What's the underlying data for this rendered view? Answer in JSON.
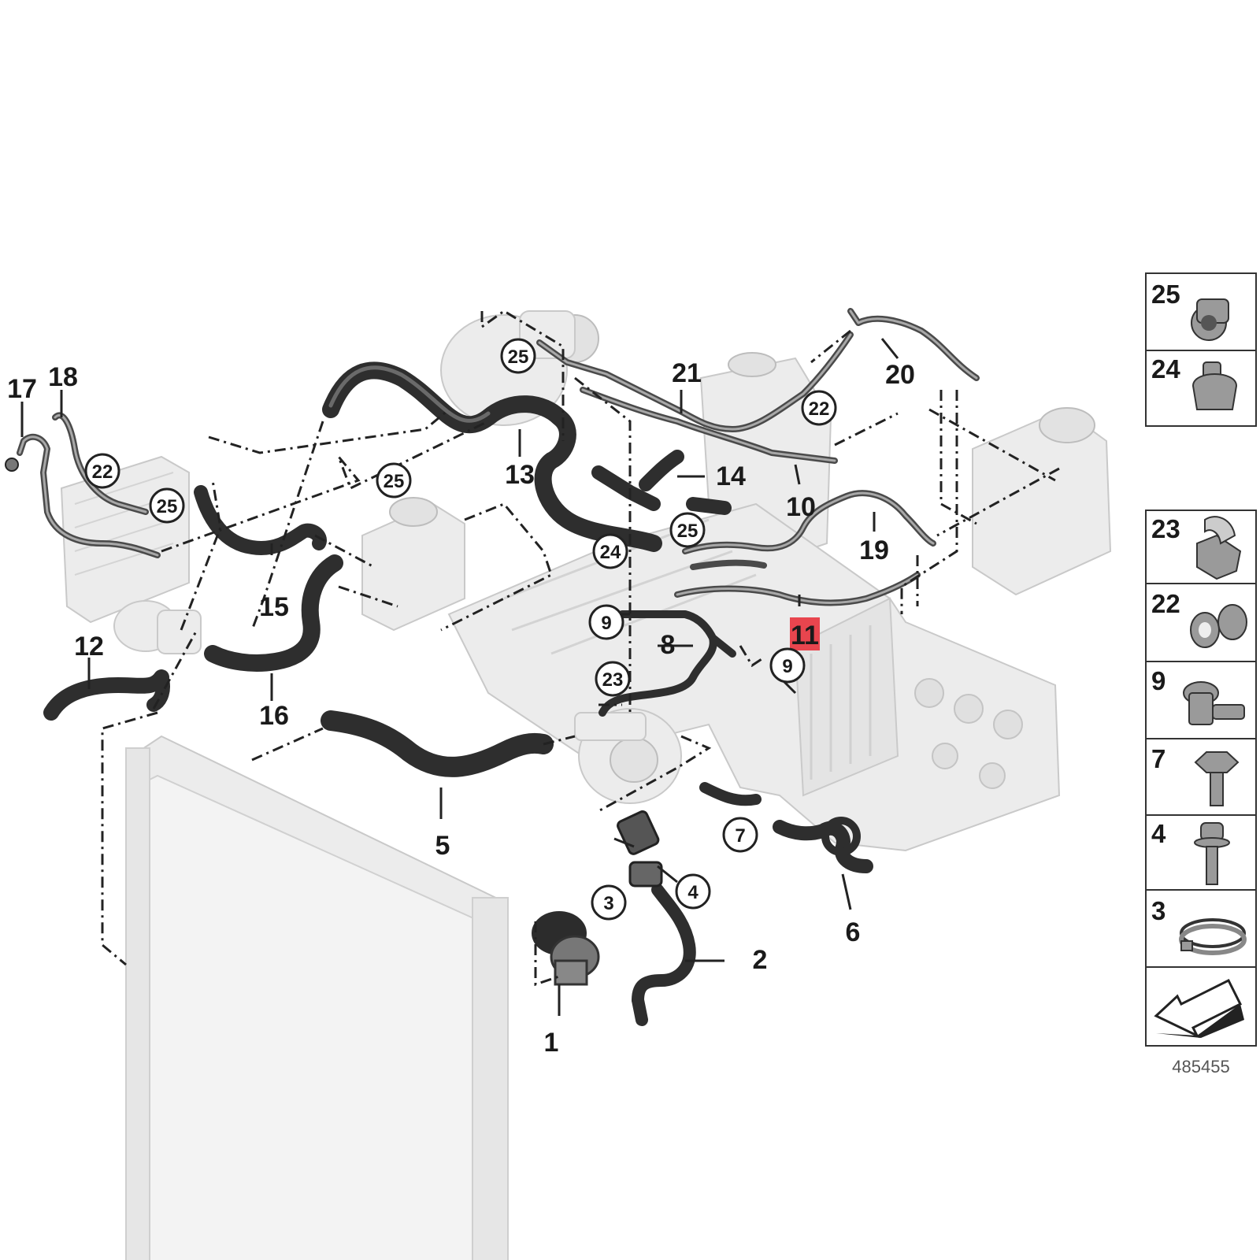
{
  "callouts": [
    {
      "id": "c1",
      "text": "1"
    },
    {
      "id": "c2",
      "text": "2"
    },
    {
      "id": "c5",
      "text": "5"
    },
    {
      "id": "c6",
      "text": "6"
    },
    {
      "id": "c8",
      "text": "8"
    },
    {
      "id": "c10",
      "text": "10"
    },
    {
      "id": "c11",
      "text": "11"
    },
    {
      "id": "c12",
      "text": "12"
    },
    {
      "id": "c13",
      "text": "13"
    },
    {
      "id": "c14",
      "text": "14"
    },
    {
      "id": "c15",
      "text": "15"
    },
    {
      "id": "c16",
      "text": "16"
    },
    {
      "id": "c17",
      "text": "17"
    },
    {
      "id": "c18",
      "text": "18"
    },
    {
      "id": "c19",
      "text": "19"
    },
    {
      "id": "c20",
      "text": "20"
    },
    {
      "id": "c21",
      "text": "21"
    }
  ],
  "circled": [
    {
      "id": "k25a",
      "text": "25"
    },
    {
      "id": "k25b",
      "text": "25"
    },
    {
      "id": "k25c",
      "text": "25"
    },
    {
      "id": "k25d",
      "text": "25"
    },
    {
      "id": "k22a",
      "text": "22"
    },
    {
      "id": "k22b",
      "text": "22"
    },
    {
      "id": "k24",
      "text": "24"
    },
    {
      "id": "k23",
      "text": "23"
    },
    {
      "id": "k9a",
      "text": "9"
    },
    {
      "id": "k9b",
      "text": "9"
    },
    {
      "id": "k7",
      "text": "7"
    },
    {
      "id": "k3",
      "text": "3"
    },
    {
      "id": "k4",
      "text": "4"
    }
  ],
  "legend_top": [
    {
      "num": "25",
      "icon": "hose-connector-icon"
    },
    {
      "num": "24",
      "icon": "hose-clip-icon"
    }
  ],
  "legend_bottom": [
    {
      "num": "23",
      "icon": "clip-holder-icon"
    },
    {
      "num": "22",
      "icon": "double-clip-icon"
    },
    {
      "num": "9",
      "icon": "t-bracket-icon"
    },
    {
      "num": "7",
      "icon": "hex-bolt-icon"
    },
    {
      "num": "4",
      "icon": "collar-screw-icon"
    },
    {
      "num": "3",
      "icon": "hose-clamp-icon"
    }
  ],
  "diagram_number": "485455",
  "highlight_color": "#e8454e"
}
